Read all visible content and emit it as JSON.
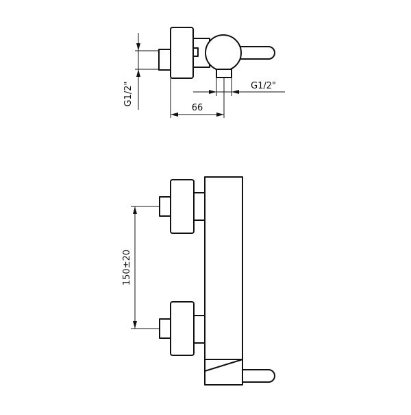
{
  "drawing": {
    "top_view": {
      "dim_inlet_thread": "G1/2\"",
      "dim_outlet_thread": "G1/2\"",
      "dim_depth": "66"
    },
    "front_view": {
      "dim_centre_distance": "150±20"
    }
  }
}
